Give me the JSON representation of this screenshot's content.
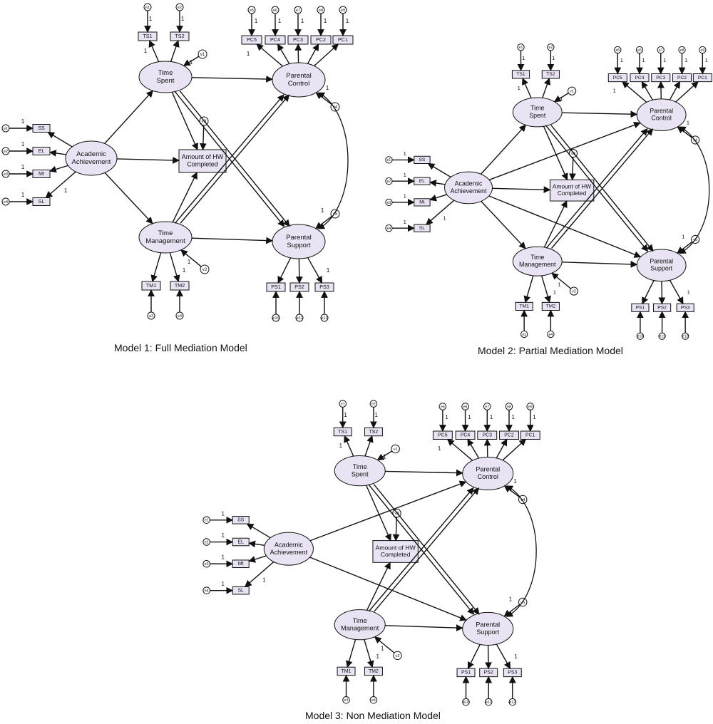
{
  "diagram": {
    "models": [
      {
        "id": "m1",
        "caption": "Model 1: Full Mediation Model"
      },
      {
        "id": "m2",
        "caption": "Model 2: Partial Mediation Model"
      },
      {
        "id": "m3",
        "caption": "Model 3: Non Mediation Model"
      }
    ],
    "nodes": {
      "academic_achievement": [
        "Academic",
        "Achievement"
      ],
      "time_spent": [
        "Time",
        "Spent"
      ],
      "time_management": [
        "Time",
        "Management"
      ],
      "parental_control": [
        "Parental",
        "Control"
      ],
      "parental_support": [
        "Parental",
        "Support"
      ],
      "hw_completed": [
        "Amount of HW",
        "Completed"
      ]
    },
    "indicators": {
      "aa": [
        "SS",
        "EL",
        "Mt",
        "SL"
      ],
      "aa_errors": [
        "e1",
        "e2",
        "e3",
        "e4"
      ],
      "ts": [
        "TS1",
        "TS2"
      ],
      "ts_errors": [
        "e1",
        "e2"
      ],
      "tm": [
        "TM1",
        "TM2"
      ],
      "tm_errors": [
        "e3",
        "e4"
      ],
      "pc": [
        "PC5",
        "PC4",
        "PC3",
        "PC2",
        "PC1"
      ],
      "pc_errors": [
        "e5",
        "e6",
        "e7",
        "e8",
        "e9"
      ],
      "ps": [
        "PS1",
        "PS2",
        "PS3"
      ],
      "ps_errors": [
        "e10",
        "e11",
        "e12"
      ]
    },
    "disturbances": {
      "ts": "v1",
      "tm": "v2",
      "hw": "v3",
      "pc": "v4",
      "ps": "v5"
    },
    "fixed_loading_label": "1",
    "colors": {
      "shape_fill": "#e9e3f3",
      "stroke": "#111111"
    }
  }
}
